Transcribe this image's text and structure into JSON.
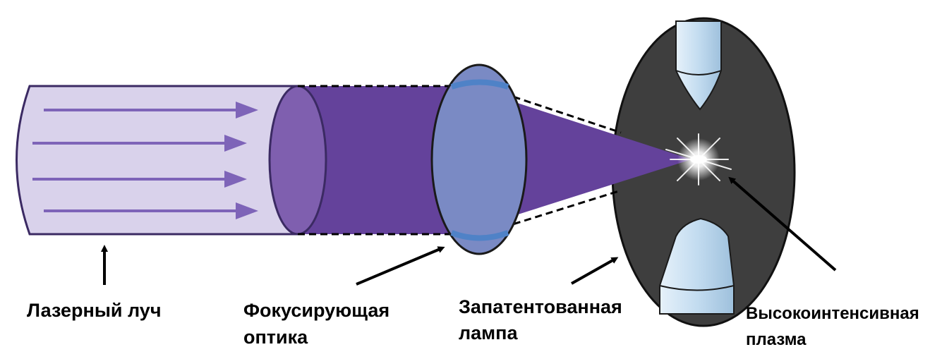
{
  "labels": {
    "laser_beam": "Лазерный луч",
    "focusing_optics": [
      "Фокусирующая",
      "оптика"
    ],
    "patented_lamp": [
      "Запатентованная",
      "лампа"
    ],
    "high_intensity_plasma": [
      "Высокоинтенсивная",
      "плазма"
    ]
  },
  "colors": {
    "beam_tube": "#d9d2eb",
    "beam_tube_outline": "#3b2a63",
    "beam_arrows": "#7e64b8",
    "cone": "#64429b",
    "beam_face": "#7f5faf",
    "lens": "#7a8ac4",
    "lens_edge": "#4f82c7",
    "lamp_body": "#3e3e3e",
    "electrode": "#c8e0f2",
    "plasma_glow": "#ffffff",
    "arrow": "#000000"
  }
}
